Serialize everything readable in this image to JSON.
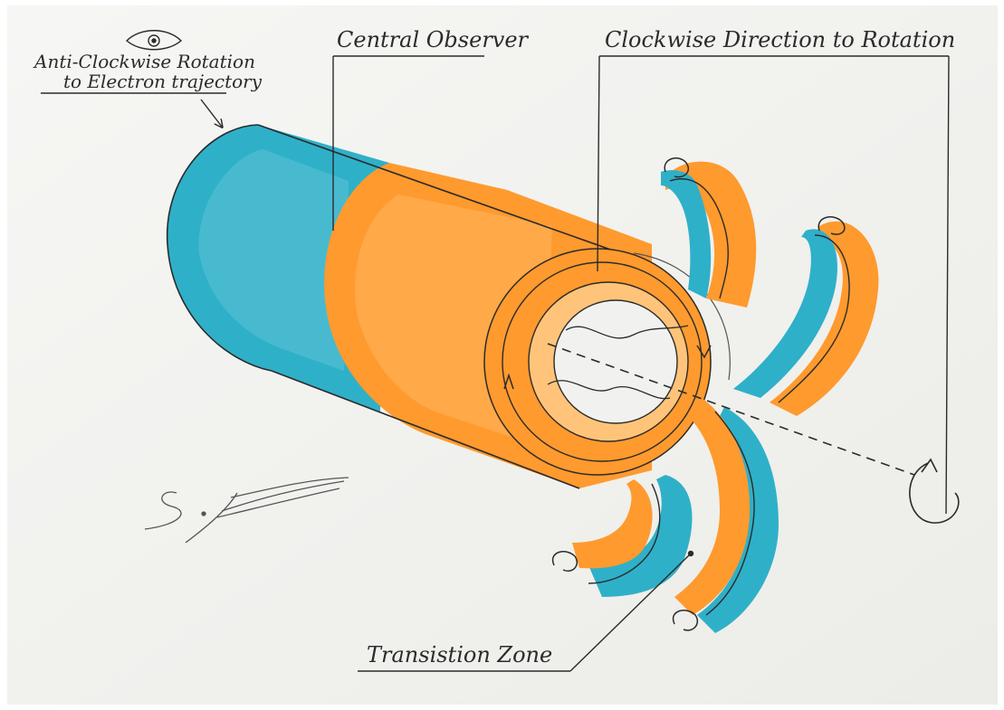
{
  "labels": {
    "anti_line1": "Anti-Clockwise Rotation",
    "anti_line2": "to Electron trajectory",
    "central": "Central Observer",
    "clockwise": "Clockwise Direction to Rotation",
    "transition": "Transistion Zone"
  },
  "colors": {
    "paper": "#f3f4f1",
    "cyan": "#2fb0c9",
    "cyan_light": "#5cc3d6",
    "orange": "#ff9a2e",
    "orange_light": "#ffb45a",
    "ink": "#2b2b2b"
  }
}
